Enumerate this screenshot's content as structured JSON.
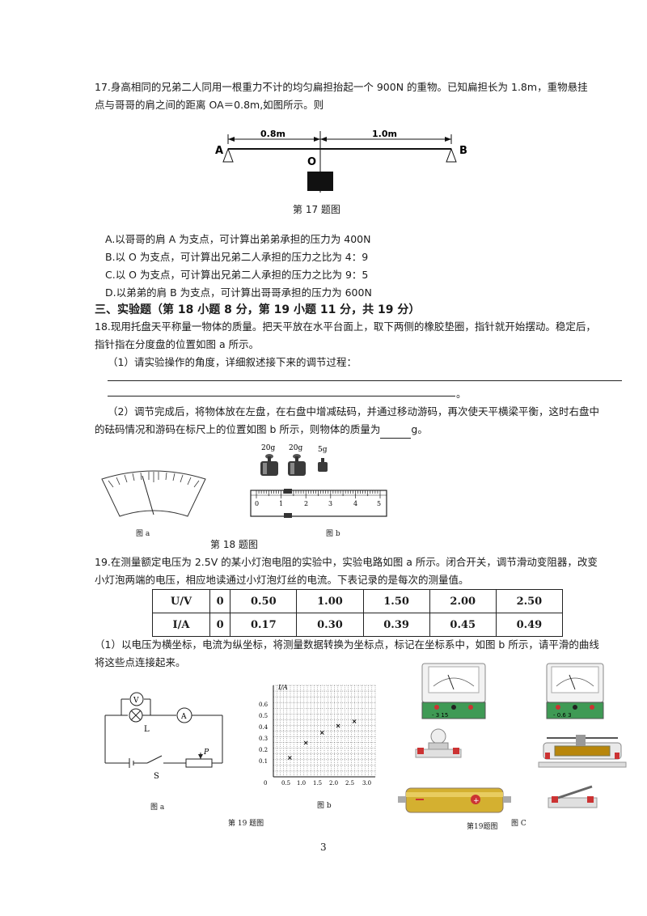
{
  "q17": {
    "stem_line1": "17.身高相同的兄弟二人同用一根重力不计的均匀扁担抬起一个 900N 的重物。已知扁担长为 1.8m，重物悬挂",
    "stem_line2": "点与哥哥的肩之间的距离 OA＝0.8m,如图所示。则",
    "figure": {
      "label_a": "A",
      "label_b": "B",
      "label_o": "O",
      "dim_left": "0.8m",
      "dim_right": "1.0m",
      "caption": "第 17 题图"
    },
    "options": [
      "A.以哥哥的肩 A 为支点，可计算出弟弟承担的压力为 400N",
      "B.以 O 为支点，可计算出兄弟二人承担的压力之比为 4：9",
      "C.以 O 为支点，可计算出兄弟二人承担的压力之比为 9：5",
      "D.以弟弟的肩 B 为支点，可计算出哥哥承担的压力为 600N"
    ]
  },
  "section3": {
    "heading": "三、实验题（第 18 小题 8 分，第 19 小题 11 分，共 19 分）"
  },
  "q18": {
    "stem_line1": "18.现用托盘天平称量一物体的质量。把天平放在水平台面上，取下两侧的橡胶垫圈，指针就开始摆动。稳定后，",
    "stem_line2": "指针指在分度盘的位置如图 a 所示。",
    "part1": "（1）请实验操作的角度，详细叙述接下来的调节过程：",
    "part1_end": "。",
    "part2_line1": "（2）调节完成后，将物体放在左盘，在右盘中增减砝码，并通过移动游码，再次使天平横梁平衡，这时右盘中",
    "part2_line2_before": "的砝码情况和游码在标尺上的位置如图 b 所示，则物体的质量为",
    "part2_line2_after": "g。",
    "weights": [
      "20g",
      "20g",
      "5g"
    ],
    "scale_ticks": [
      "0",
      "1",
      "2",
      "3",
      "4",
      "5"
    ],
    "fig_a_caption": "图 a",
    "fig_b_caption": "图 b",
    "caption": "第 18 题图"
  },
  "q19": {
    "stem_line1": "19.在测量额定电压为 2.5V 的某小灯泡电阻的实验中，实验电路如图 a 所示。闭合开关，调节滑动变阻器，改变",
    "stem_line2": "小灯泡两端的电压，相应地读通过小灯泡灯丝的电流。下表记录的是每次的测量值。",
    "table": {
      "rows": [
        {
          "header": "U/V",
          "values": [
            "0",
            "0.50",
            "1.00",
            "1.50",
            "2.00",
            "2.50"
          ]
        },
        {
          "header": "I/A",
          "values": [
            "0",
            "0.17",
            "0.30",
            "0.39",
            "0.45",
            "0.49"
          ]
        }
      ]
    },
    "part1_line1": "（1）以电压为横坐标，电流为纵坐标，将测量数据转换为坐标点，标记在坐标系中，如图 b 所示，请平滑的曲线",
    "part1_line2": "将这些点连接起来。",
    "circuit": {
      "voltmeter": "V",
      "ammeter": "A",
      "lamp": "L",
      "switch": "S",
      "rheostat": "P",
      "caption": "图 a"
    },
    "graph": {
      "ylabel": "I/A",
      "y_ticks": [
        "0.6",
        "0.5",
        "0.4",
        "0.3",
        "0.2",
        "0.1"
      ],
      "x_ticks": [
        "0",
        "0.5",
        "1.0",
        "1.5",
        "2.0",
        "2.5",
        "3.0"
      ],
      "caption": "图 b"
    },
    "fig_c": {
      "voltmeter_scale": "- 3 15",
      "ammeter_scale": "- 0.6 3",
      "caption": "图 C"
    },
    "caption_a": "第 19 题图",
    "caption_c": "第19题图"
  },
  "page_number": "3"
}
